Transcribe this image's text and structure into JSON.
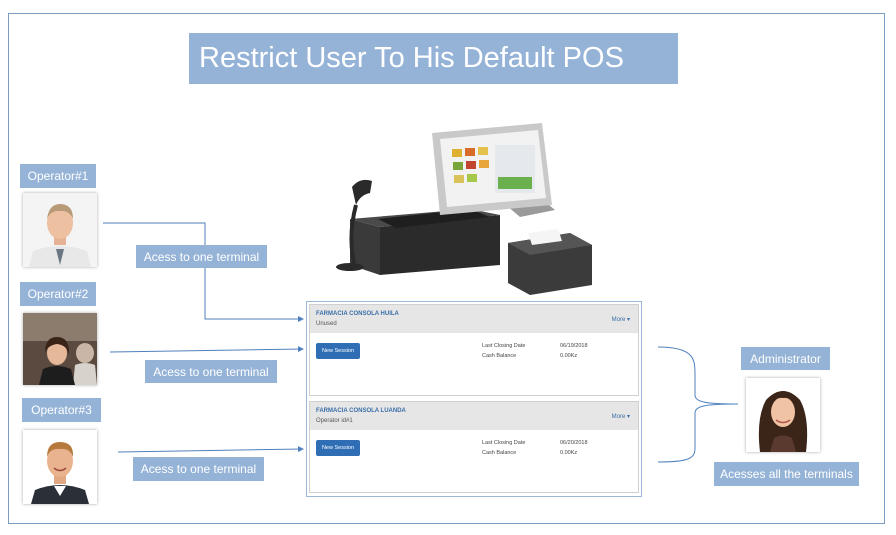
{
  "title": "Restrict User To His Default POS",
  "operators": [
    {
      "label": "Operator#1",
      "access": "Acess to one terminal"
    },
    {
      "label": "Operator#2",
      "access": "Acess to one terminal"
    },
    {
      "label": "Operator#3",
      "access": "Acess to one terminal"
    }
  ],
  "administrator": {
    "label": "Administrator",
    "access": "Acesses all the terminals"
  },
  "pos_panel": {
    "sessions": [
      {
        "name": "FARMACIA CONSOLA HUILA",
        "status": "Unused",
        "more": "More ▾",
        "button": "New Session",
        "last_closing_label": "Last Closing Date",
        "last_closing": "06/19/2018",
        "cash_label": "Cash Balance",
        "cash": "0.00Kz"
      },
      {
        "name": "FARMACIA CONSOLA LUANDA",
        "status": "Operator id#1",
        "more": "More ▾",
        "button": "New Session",
        "last_closing_label": "Last Closing Date",
        "last_closing": "06/20/2018",
        "cash_label": "Cash Balance",
        "cash": "0.00Kz"
      }
    ]
  },
  "colors": {
    "label_bg": "#95b3d7",
    "line": "#4f81bd",
    "button": "#2f6eb5"
  }
}
